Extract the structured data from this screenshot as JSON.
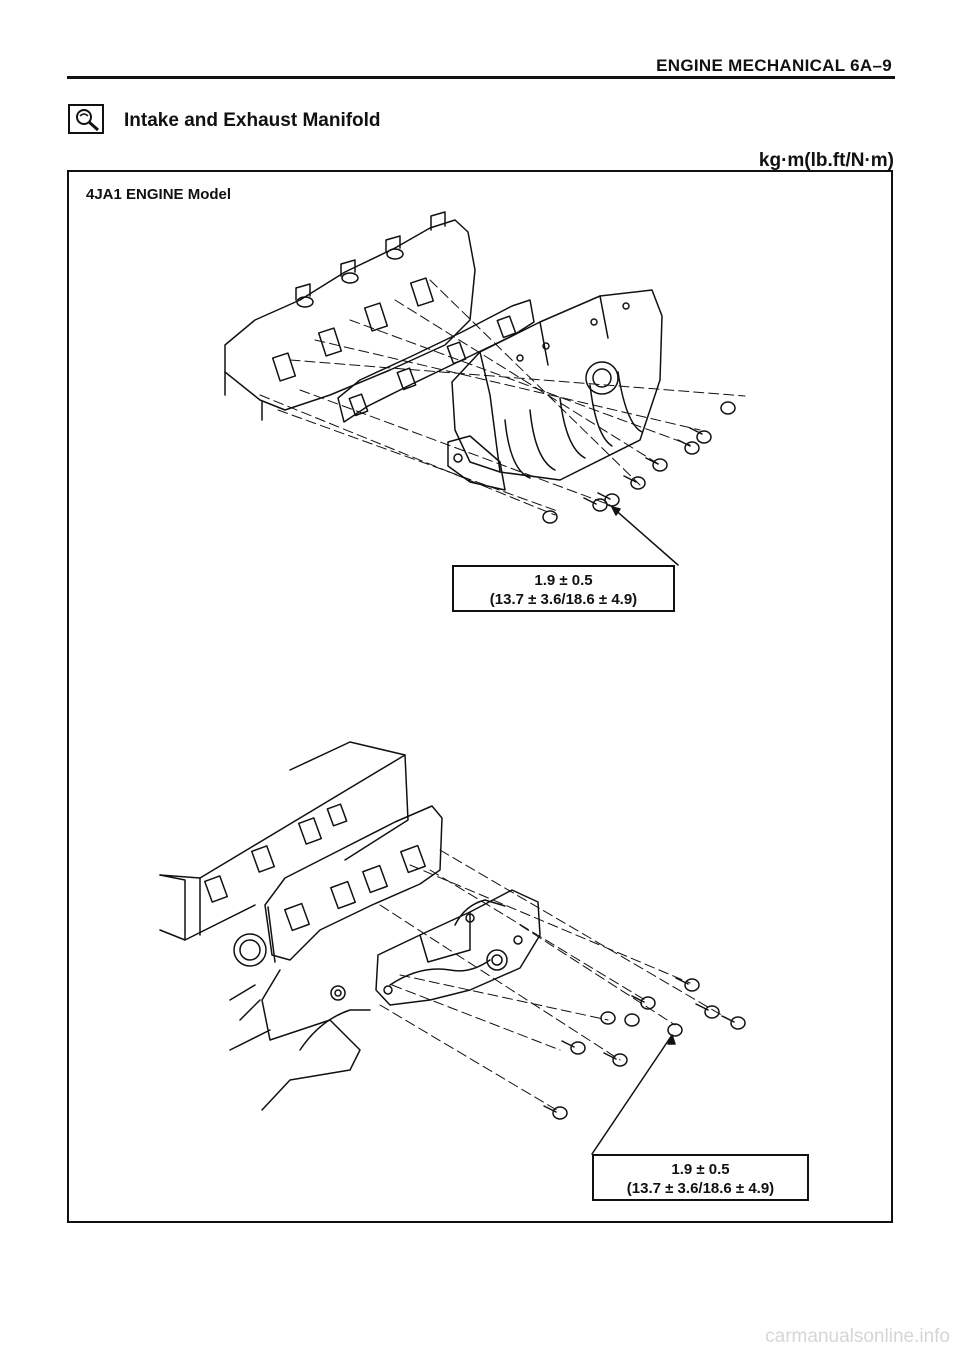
{
  "header": {
    "title": "ENGINE MECHANICAL 6A–9"
  },
  "section": {
    "icon": "magnifier-inspection-icon",
    "title": "Intake and Exhaust Manifold",
    "units": "kg·m(lb.ft/N·m)"
  },
  "figure": {
    "model_label": "4JA1 ENGINE Model",
    "intake_torque": {
      "value": "1.9 ± 0.5",
      "conversion": "(13.7 ± 3.6/18.6 ± 4.9)"
    },
    "exhaust_torque": {
      "value": "1.9 ± 0.5",
      "conversion": "(13.7 ± 3.6/18.6 ± 4.9)"
    }
  },
  "footer": {
    "watermark": "carmanualsonline.info"
  }
}
